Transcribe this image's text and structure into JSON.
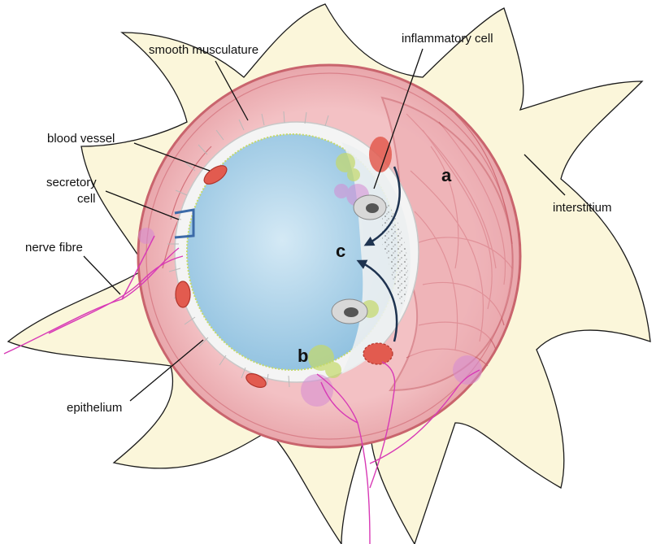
{
  "labels": {
    "smooth_musculature": "smooth musculature",
    "inflammatory_cell": "inflammatory cell",
    "blood_vessel": "blood vessel",
    "secretory_cell_1": "secretory",
    "secretory_cell_2": "cell",
    "nerve_fibre": "nerve fibre",
    "interstitium": "interstitium",
    "epithelium": "epithelium"
  },
  "markers": {
    "a": "a",
    "b": "b",
    "c": "c"
  },
  "colors": {
    "interstitium": "#fbf6da",
    "muscle": "#efb1b4",
    "muscle_dark": "#cf6a73",
    "lumen": "#bcdcee",
    "lumen_dark": "#95c4e0",
    "epithelium": "#f4f4f4",
    "nerve": "#d83ab6",
    "vessel": "#e25b4f",
    "arrow": "#1e3350",
    "gland_secretion": "#c4d96a"
  }
}
